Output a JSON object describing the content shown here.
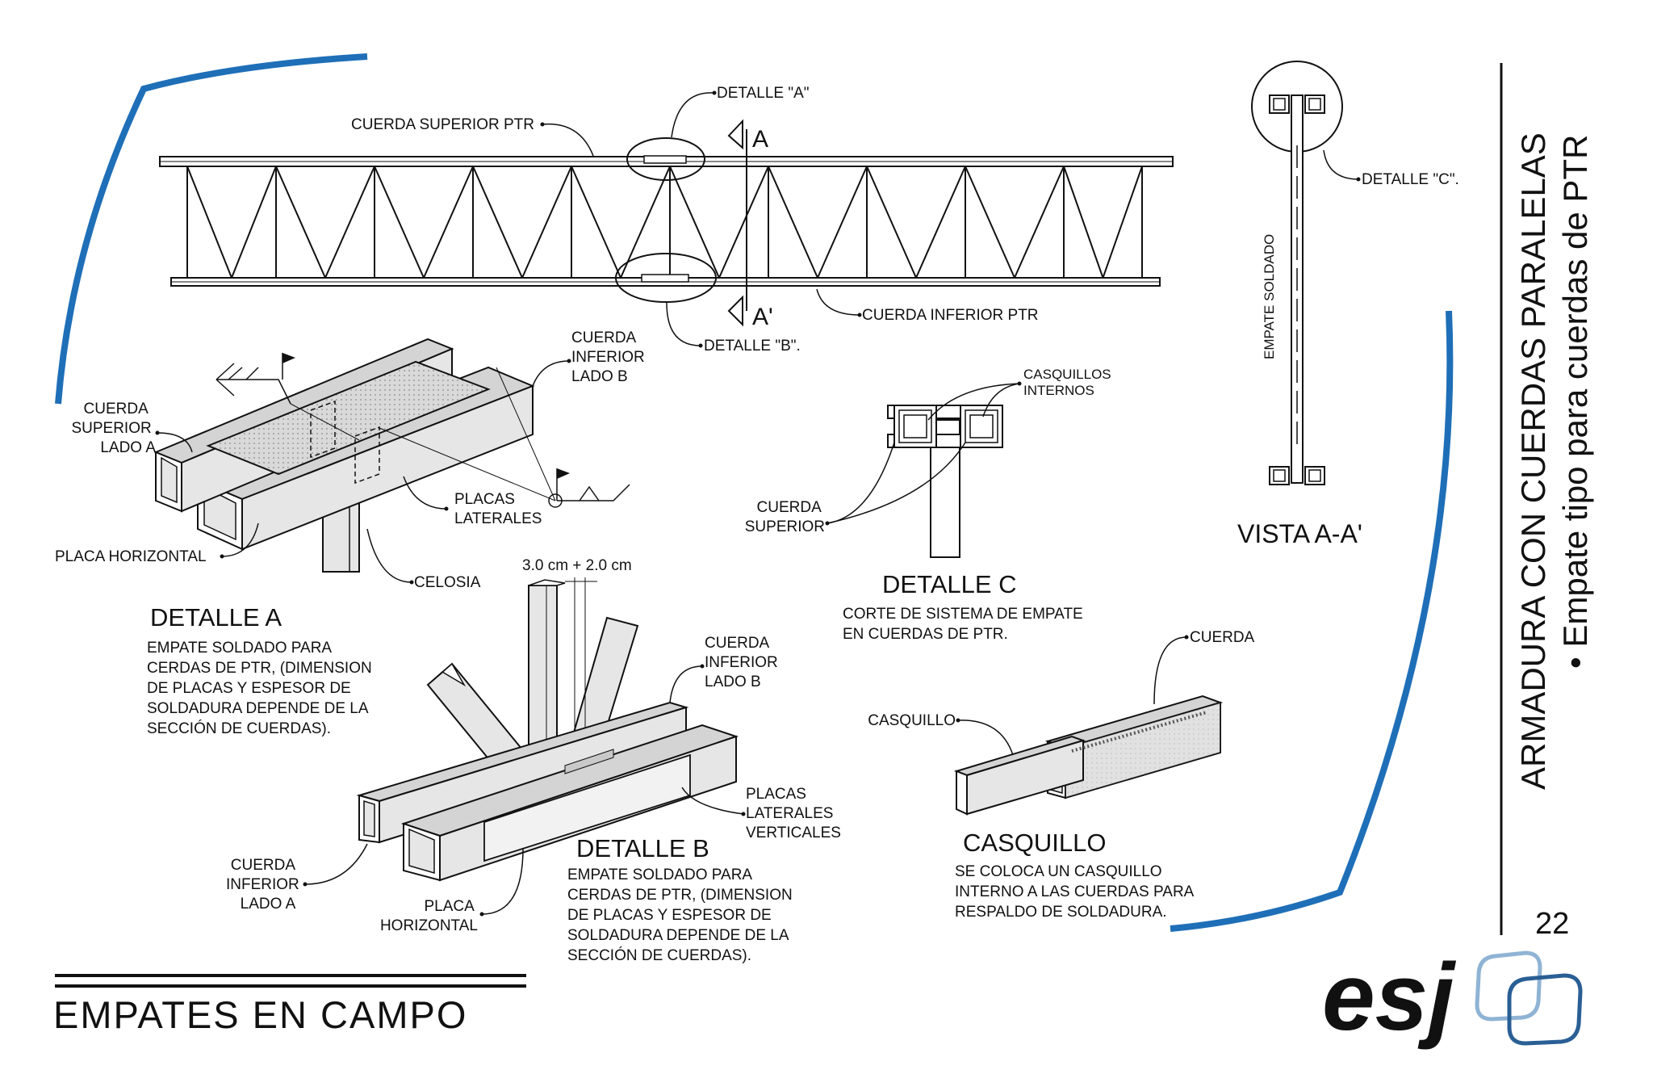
{
  "page": {
    "title": "EMPATES EN CAMPO",
    "vertical_title": "ARMADURA CON CUERDAS PARALELAS",
    "vertical_subtitle": "• Empate tipo para cuerdas de PTR",
    "page_number": "22",
    "logo_text": "esj"
  },
  "truss": {
    "top_chord_label": "CUERDA SUPERIOR PTR",
    "bottom_chord_label": "CUERDA INFERIOR PTR",
    "detail_a_ref": "DETALLE \"A\"",
    "detail_b_ref": "DETALLE \"B\".",
    "section_mark_top": "A",
    "section_mark_bottom": "A'"
  },
  "vista": {
    "title": "VISTA A-A'",
    "weld_label": "EMPATE SOLDADO",
    "detail_c_ref": "DETALLE \"C\"."
  },
  "detalle_a": {
    "heading": "DETALLE A",
    "description": [
      "EMPATE SOLDADO PARA",
      "CERDAS DE PTR, (DIMENSION",
      "DE PLACAS Y ESPESOR DE",
      "SOLDADURA DEPENDE DE LA",
      "SECCIÓN DE CUERDAS)."
    ],
    "label_cuerda_sup": [
      "CUERDA",
      "SUPERIOR",
      "LADO A"
    ],
    "label_cuerda_inf": [
      "CUERDA",
      "INFERIOR",
      "LADO B"
    ],
    "label_placas_laterales": [
      "PLACAS",
      "LATERALES"
    ],
    "label_placa_horizontal": "PLACA HORIZONTAL",
    "label_celosia": "CELOSIA"
  },
  "detalle_b": {
    "heading": "DETALLE B",
    "description": [
      "EMPATE SOLDADO PARA",
      "CERDAS DE PTR, (DIMENSION",
      "DE PLACAS Y ESPESOR DE",
      "SOLDADURA DEPENDE DE LA",
      "SECCIÓN DE CUERDAS)."
    ],
    "dimension": "3.0 cm + 2.0 cm",
    "label_cuerda_inf_b": [
      "CUERDA",
      "INFERIOR",
      "LADO B"
    ],
    "label_cuerda_inf_a": [
      "CUERDA",
      "INFERIOR",
      "LADO A"
    ],
    "label_placas_verticales": [
      "PLACAS",
      "LATERALES",
      "VERTICALES"
    ],
    "label_placa_horizontal": [
      "PLACA",
      "HORIZONTAL"
    ]
  },
  "detalle_c": {
    "heading": "DETALLE C",
    "description": [
      "CORTE DE SISTEMA DE EMPATE",
      "EN CUERDAS DE PTR."
    ],
    "label_casquillos": [
      "CASQUILLOS",
      "INTERNOS"
    ],
    "label_cuerda": [
      "CUERDA",
      "SUPERIOR"
    ]
  },
  "casquillo": {
    "heading": "CASQUILLO",
    "description": [
      "SE COLOCA UN CASQUILLO",
      "INTERNO A LAS CUERDAS PARA",
      "RESPALDO DE SOLDADURA."
    ],
    "label_casquillo": "CASQUILLO",
    "label_cuerda": "CUERDA"
  },
  "colors": {
    "accent_blue": "#1f6fb8",
    "logo_blue": "#2a5f95",
    "logo_light_blue": "#8fb3d4",
    "ink": "#111111"
  }
}
